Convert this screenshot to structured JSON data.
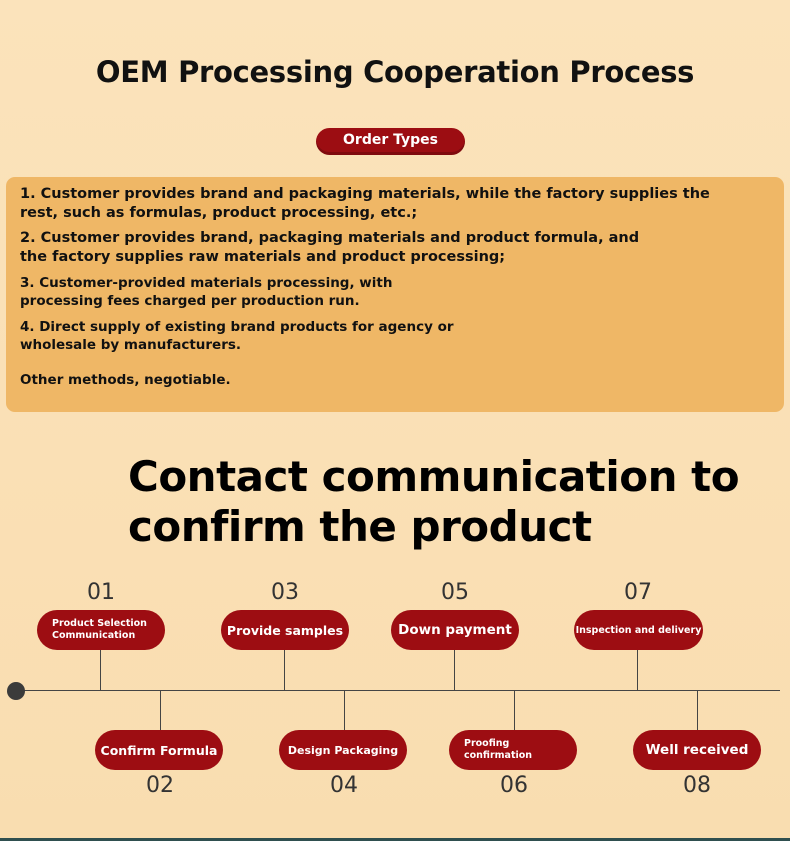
{
  "title": "OEM Processing Cooperation Process",
  "order_types_label": "Order Types",
  "order_types": {
    "item1_line1": "1. Customer provides brand and packaging materials, while the factory supplies the",
    "item1_line2": "rest, such as formulas, product processing, etc.;",
    "item2_line1": "2. Customer provides brand, packaging materials and product formula, and",
    "item2_line2": "the factory supplies raw materials and product processing;",
    "item3_line1": "3. Customer-provided materials processing, with",
    "item3_line2": "processing fees charged per production run.",
    "item4_line1": "4. Direct supply of existing brand products for agency or",
    "item4_line2": "wholesale by manufacturers.",
    "other": "Other methods, negotiable."
  },
  "heading": {
    "line1": "Contact communication to",
    "line2": "confirm the product"
  },
  "steps": [
    {
      "num": "01",
      "label_line1": "Product Selection",
      "label_line2": "Communication"
    },
    {
      "num": "02",
      "label_line1": "Confirm Formula",
      "label_line2": ""
    },
    {
      "num": "03",
      "label_line1": "Provide samples",
      "label_line2": ""
    },
    {
      "num": "04",
      "label_line1": "Design Packaging",
      "label_line2": ""
    },
    {
      "num": "05",
      "label_line1": "Down payment",
      "label_line2": ""
    },
    {
      "num": "06",
      "label_line1": "Proofing",
      "label_line2": "confirmation"
    },
    {
      "num": "07",
      "label_line1": "Inspection and delivery",
      "label_line2": ""
    },
    {
      "num": "08",
      "label_line1": "Well received",
      "label_line2": ""
    }
  ],
  "colors": {
    "background": "#fae0b5",
    "panel": "#efb766",
    "accent_red": "#9d0d12"
  }
}
